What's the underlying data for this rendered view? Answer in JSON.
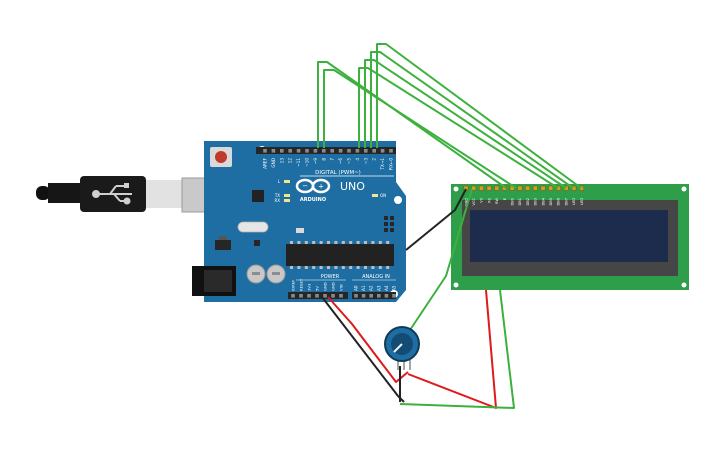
{
  "board": {
    "header_top_labels": [
      "AREF",
      "GND",
      "13",
      "12",
      "~11",
      "~10",
      "~9",
      "8",
      "7",
      "~6",
      "~5",
      "4",
      "~3",
      "2",
      "TX→1",
      "RX←0"
    ],
    "digital_label": "DIGITAL (PWM~)",
    "led_l": "L",
    "led_tx": "TX",
    "led_rx": "RX",
    "on_label": "ON",
    "brand_name": "UNO",
    "brand_sub": "ARDUINO",
    "power_label": "POWER",
    "analog_label": "ANALOG IN",
    "power_pins": [
      "IOREF",
      "RESET",
      "3V3",
      "5V",
      "GND",
      "GND",
      "VIN"
    ],
    "analog_pins": [
      "A0",
      "A1",
      "A2",
      "A3",
      "A4",
      "A5"
    ]
  },
  "lcd": {
    "pin_labels": [
      "GND",
      "VCC",
      "V0",
      "RS",
      "RW",
      "E",
      "DB0",
      "DB1",
      "DB2",
      "DB3",
      "DB4",
      "DB5",
      "DB6",
      "DB7",
      "LED",
      "LED"
    ]
  },
  "colors": {
    "board": "#1f6ea3",
    "lcd_pcb": "#2e9e4a",
    "lcd_screen": "#1d2c4c",
    "wire_green": "#3db13d",
    "wire_red": "#dd1b1b",
    "wire_black": "#222222"
  }
}
